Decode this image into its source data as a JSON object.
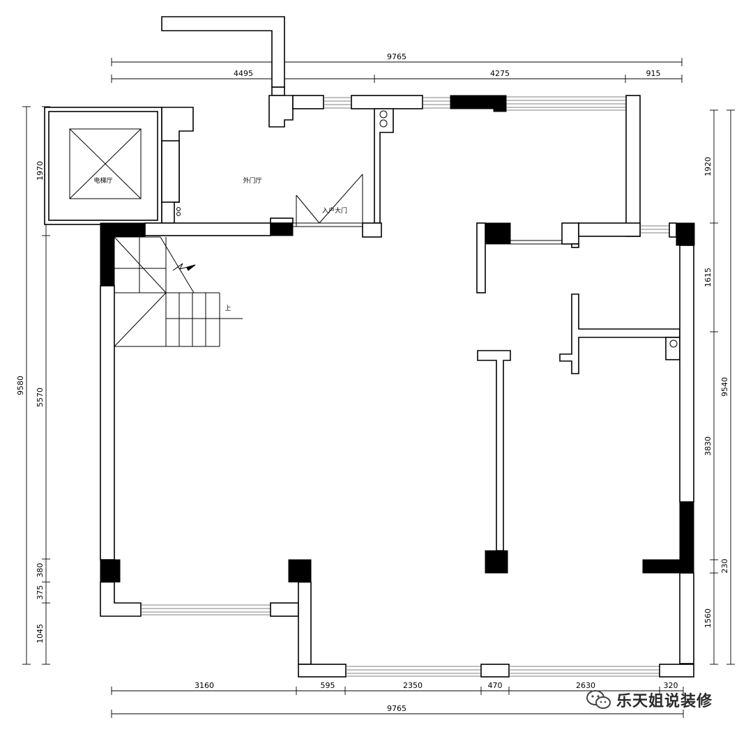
{
  "rooms": {
    "elevator_hall": "电梯厅",
    "outer_foyer": "外门厅",
    "entrance_door": "入户大门",
    "stairs_up": "上"
  },
  "dimensions": {
    "top_total": "9765",
    "top_left": "4495",
    "top_mid": "4275",
    "top_right": "915",
    "bottom_total": "9765",
    "bottom_1": "3160",
    "bottom_2": "595",
    "bottom_3": "2350",
    "bottom_4": "470",
    "bottom_5": "2630",
    "bottom_6": "320",
    "left_total": "9580",
    "left_1": "1970",
    "left_2": "5570",
    "left_3": "380",
    "left_4": "375",
    "left_5": "1045",
    "right_total": "9540",
    "right_1": "1920",
    "right_2": "1615",
    "right_3": "3830",
    "right_4": "230",
    "right_5": "1560"
  },
  "watermark": {
    "text": "乐天姐说装修",
    "icon": "wechat-icon"
  }
}
